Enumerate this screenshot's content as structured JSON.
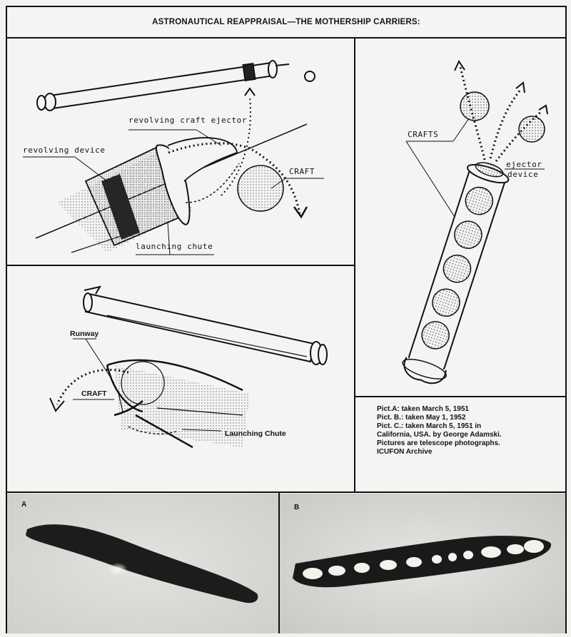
{
  "header": {
    "title": "ASTRONAUTICAL REAPPRAISAL—THE MOTHERSHIP CARRIERS:"
  },
  "panel_top_left": {
    "labels": {
      "revolving_craft_ejector": "revolving craft ejector",
      "revolving_device": "revolving device",
      "craft": "CRAFT",
      "launching_chute": "launching chute"
    }
  },
  "panel_right": {
    "labels": {
      "crafts": "CRAFTS",
      "ejector_line1": "ejector",
      "ejector_line2": "device"
    }
  },
  "panel_mid_left": {
    "labels": {
      "runway": "Runway",
      "craft": "CRAFT",
      "launching_chute": "Launching Chute"
    }
  },
  "caption": {
    "lines": [
      "Pict.A: taken March 5, 1951",
      "Pict. B.: taken May 1, 1952",
      "Pict. C.: taken March 5, 1951 in",
      "California, USA. by George Adamski.",
      "Pictures are telescope photographs.",
      "ICUFON Archive"
    ]
  },
  "photos": {
    "a_label": "A",
    "b_label": "B"
  }
}
